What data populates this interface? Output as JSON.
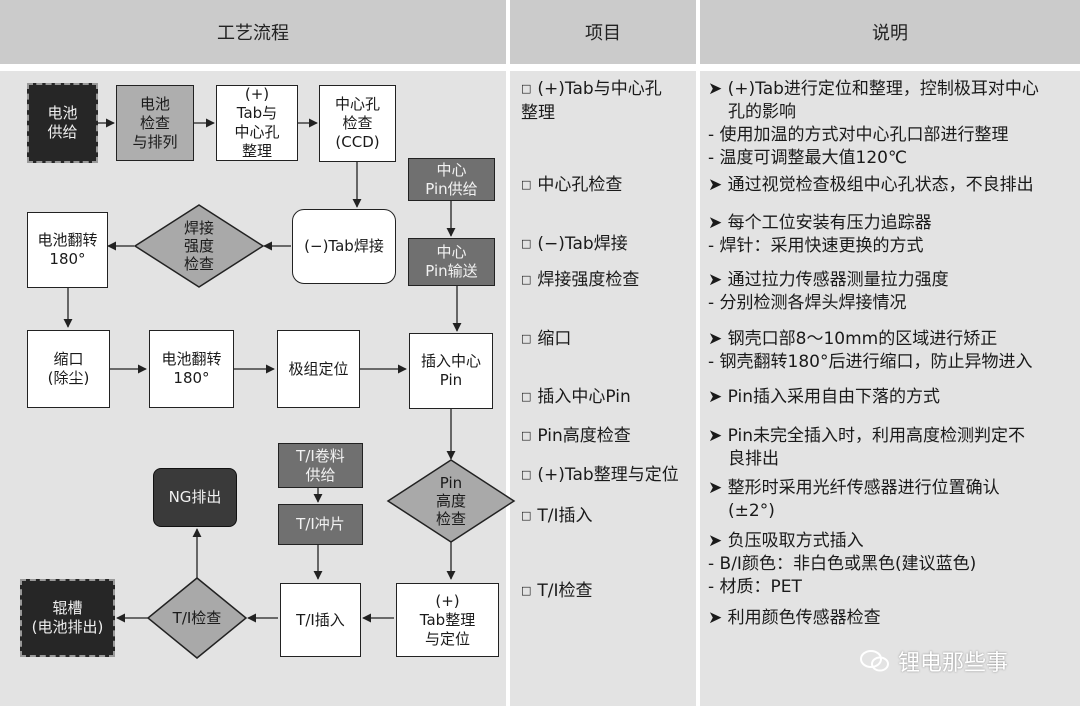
{
  "headers": {
    "process": "工艺流程",
    "item": "项目",
    "desc": "说明"
  },
  "nodes": {
    "supply": "电池\n供给",
    "inspect_sort": "电池\n检查\n与排列",
    "tab_center": "(+)\nTab与\n中心孔\n整理",
    "center_ccd": "中心孔\n检查\n(CCD)",
    "pin_supply": "中心\nPin供给",
    "pin_transfer": "中心\nPin输送",
    "tab_weld": "(−)Tab焊接",
    "weld_check": "焊接\n强度\n检查",
    "flip1": "电池翻转\n180°",
    "necking": "缩口\n(除尘)",
    "flip2": "电池翻转\n180°",
    "position": "极组定位",
    "insert_pin": "插入中心\nPin",
    "pin_height": "Pin\n高度\n检查",
    "ti_supply": "T/I卷料\n供给",
    "ti_punch": "T/I冲片",
    "ng": "NG排出",
    "tab_arrange": "(+)\nTab整理\n与定位",
    "ti_insert": "T/I插入",
    "ti_check": "T/I检查",
    "roller": "辊槽\n(电池排出)"
  },
  "items": [
    "(+)Tab与中心孔\n整理",
    "中心孔检查",
    "(−)Tab焊接",
    "焊接强度检查",
    "缩口",
    "插入中心Pin",
    "Pin高度检查",
    "(+)Tab整理与定位",
    "T/I插入",
    "T/I检查"
  ],
  "descriptions": [
    [
      "➤ (+)Tab进行定位和整理，控制极耳对中心",
      "孔的影响",
      "- 使用加温的方式对中心孔口部进行整理",
      "- 温度可调整最大值120℃"
    ],
    [
      "➤ 通过视觉检查极组中心孔状态，不良排出"
    ],
    [
      "➤ 每个工位安装有压力追踪器",
      "- 焊针：采用快速更换的方式"
    ],
    [
      "➤ 通过拉力传感器测量拉力强度",
      "- 分别检测各焊头焊接情况"
    ],
    [
      "➤ 钢壳口部8～10mm的区域进行矫正",
      "- 钢壳翻转180°后进行缩口，防止异物进入"
    ],
    [
      "➤ Pin插入采用自由下落的方式"
    ],
    [
      "➤ Pin未完全插入时，利用高度检测判定不",
      "良排出"
    ],
    [
      "➤ 整形时采用光纤传感器进行位置确认",
      "(±2°)"
    ],
    [
      "➤ 负压吸取方式插入",
      "- B/I颜色：非白色或黑色(建议蓝色)",
      "- 材质：PET"
    ],
    [
      "➤ 利用颜色传感器检查"
    ]
  ],
  "watermark": "锂电那些事"
}
